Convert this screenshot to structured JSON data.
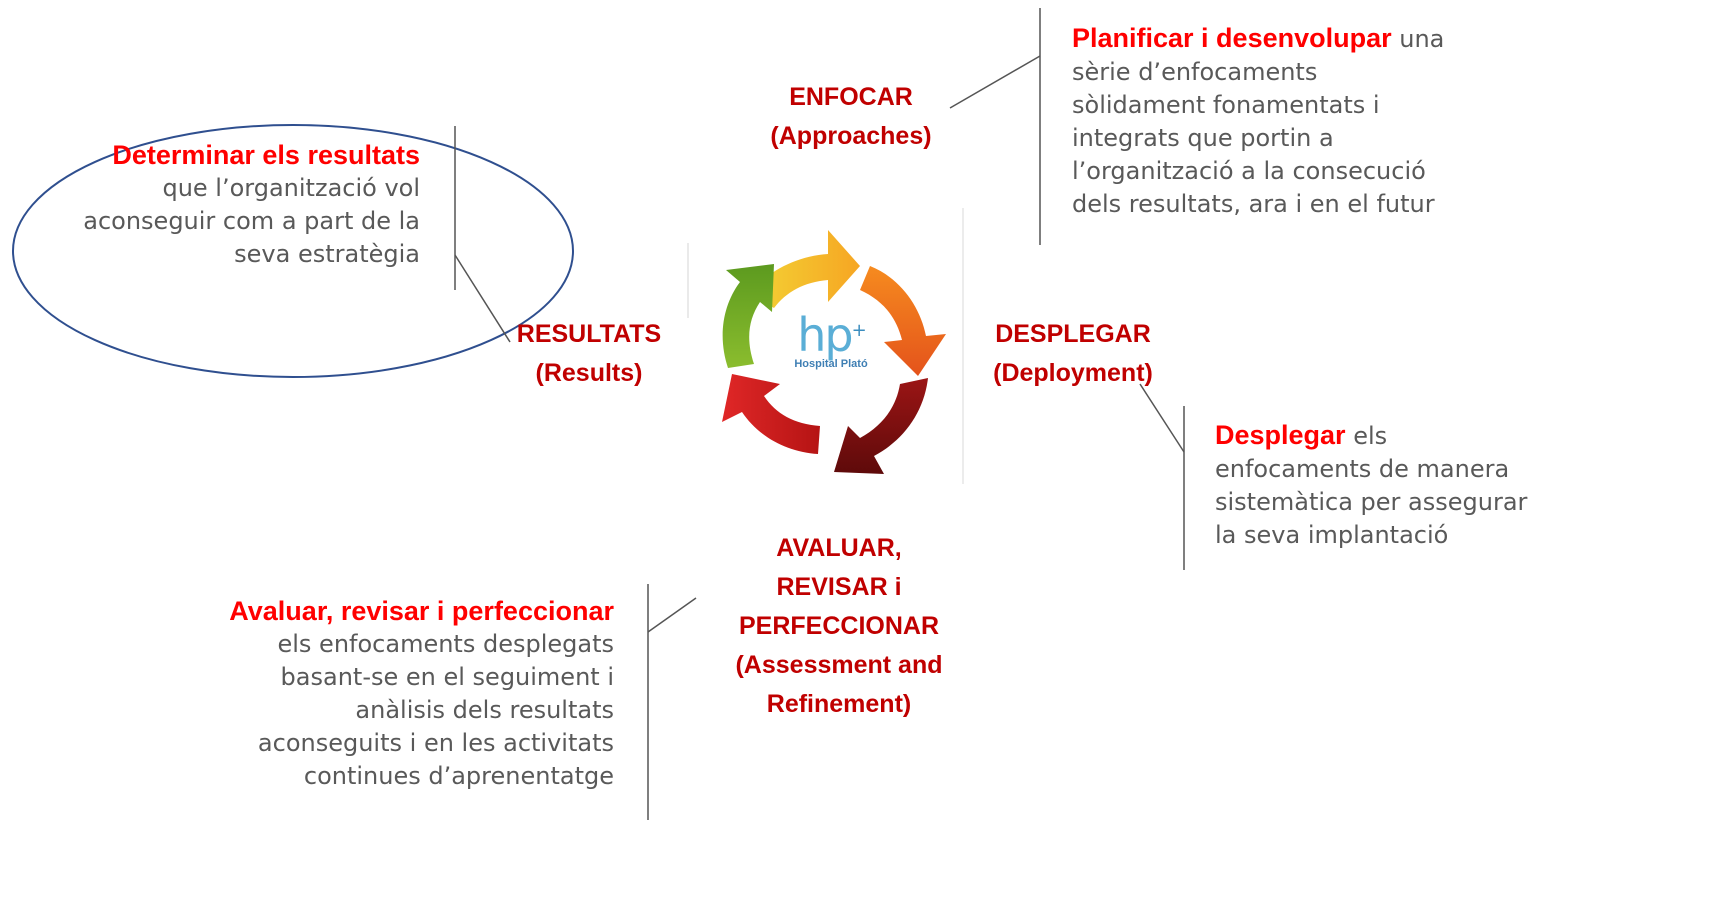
{
  "logo": {
    "mark": "hp",
    "mark_super": "+",
    "text": "Hospital Plató"
  },
  "stages": {
    "approaches": {
      "line1": "ENFOCAR",
      "line2": "(Approaches)"
    },
    "deployment": {
      "line1": "DESPLEGAR",
      "line2": "(Deployment)"
    },
    "results": {
      "line1": "RESULTATS",
      "line2": "(Results)"
    },
    "assessment": {
      "line1": "AVALUAR,",
      "line2": "REVISAR i",
      "line3": "PERFECCIONAR",
      "line4": "(Assessment and",
      "line5": "Refinement)"
    }
  },
  "descriptions": {
    "approaches": {
      "highlight": "Planificar i desenvolupar",
      "line1_rest": " una",
      "line2": "sèrie d’enfocaments",
      "line3": "sòlidament fonamentats i",
      "line4": "integrats que portin a",
      "line5": "l’organització a la consecució",
      "line6": "dels resultats, ara i en el futur"
    },
    "results": {
      "highlight": "Determinar els resultats",
      "line2": "que l’organització vol",
      "line3": "aconseguir com a part de la",
      "line4": "seva estratègia"
    },
    "deployment": {
      "highlight": "Desplegar",
      "line1_rest": " els",
      "line2": "enfocaments de manera",
      "line3": "sistemàtica per assegurar",
      "line4": "la seva implantació"
    },
    "assessment": {
      "highlight": "Avaluar, revisar i perfeccionar",
      "line2": "els enfocaments desplegats",
      "line3": "basant-se en el seguiment i",
      "line4": "anàlisis dels resultats",
      "line5": "aconseguits i en les activitats",
      "line6": "continues d’aprenentatge"
    }
  },
  "colors": {
    "stage_label": "#c00000",
    "highlight": "#ff0000",
    "body_text": "#595959",
    "ellipse_stroke": "#2f4f8f",
    "arrow_yellow": "#f6c22b",
    "arrow_orange": "#f47b20",
    "arrow_darkred": "#7a0e0e",
    "arrow_red": "#cc1f1f",
    "arrow_green": "#7db52e"
  }
}
